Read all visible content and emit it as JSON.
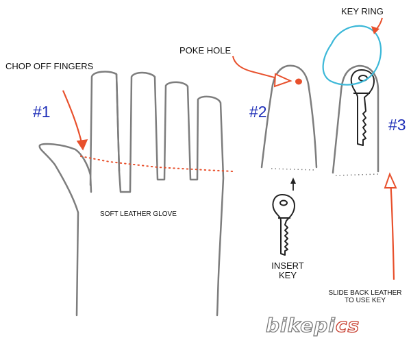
{
  "labels": {
    "chop_off_fingers": "CHOP OFF FINGERS",
    "poke_hole": "POKE HOLE",
    "key_ring": "KEY RING",
    "soft_leather_glove": "SOFT LEATHER GLOVE",
    "insert_key_line1": "INSERT",
    "insert_key_line2": "KEY",
    "slide_back_line1": "SLIDE BACK LEATHER",
    "slide_back_line2": "TO USE KEY"
  },
  "steps": {
    "one": "#1",
    "two": "#2",
    "three": "#3"
  },
  "logo": {
    "part1": "bikepi",
    "part2": "cs"
  },
  "colors": {
    "outline": "#7d7d7d",
    "key": "#222222",
    "arrow": "#e8502c",
    "key_ring": "#3cb8d8",
    "step_number": "#1f2fb8",
    "dotted_cut": "#e8502c"
  }
}
